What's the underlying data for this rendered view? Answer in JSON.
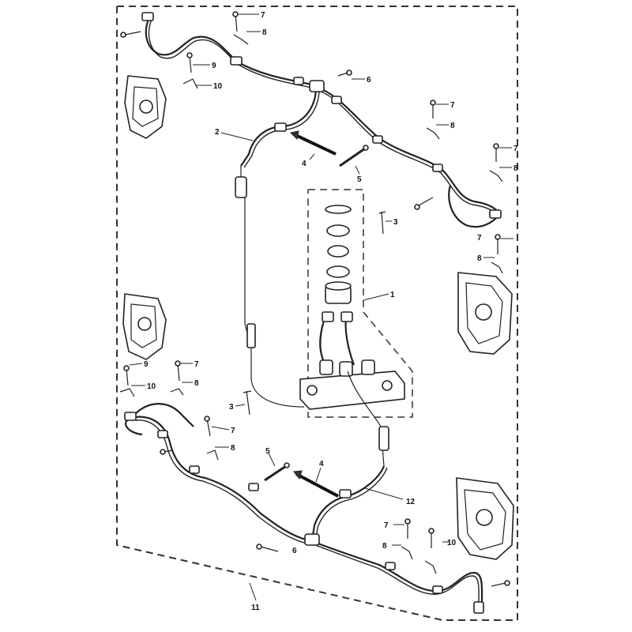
{
  "callouts": {
    "master_cylinder": "1",
    "upper_hose": "2",
    "clip_center": "3",
    "clip_lower": "3",
    "protector_upper": "4",
    "protector_lower": "4",
    "bolt_upper": "5",
    "bolt_lower": "5",
    "bolt_top_right": "6",
    "bolt_bottom_left": "6",
    "bolt_7_a": "7",
    "bolt_7_b": "7",
    "bolt_7_c": "7",
    "bolt_7_d": "7",
    "bolt_7_e": "7",
    "bolt_7_f": "7",
    "washer_8_a": "8",
    "washer_8_b": "8",
    "washer_8_c": "8",
    "washer_8_d": "8",
    "washer_8_e": "8",
    "washer_8_f": "8",
    "bolt_9_a": "9",
    "bolt_9_b": "9",
    "bracket_10_a": "10",
    "bracket_10_b": "10",
    "bracket_10_c": "10",
    "assembly": "11",
    "lower_hose": "12"
  }
}
